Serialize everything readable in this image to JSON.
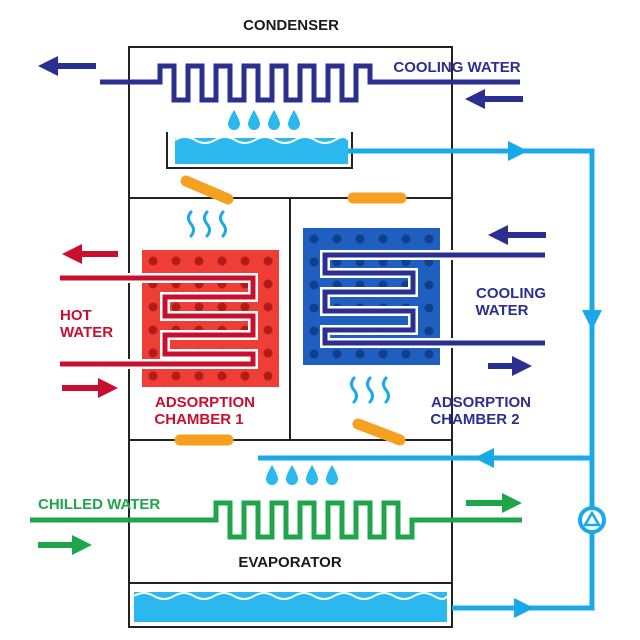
{
  "labels": {
    "condenser": "CONDENSER",
    "cooling_water_top": "COOLING WATER",
    "cooling_water_mid_1": "COOLING",
    "cooling_water_mid_2": "WATER",
    "hot_water_1": "HOT",
    "hot_water_2": "WATER",
    "chamber1_1": "ADSORPTION",
    "chamber1_2": "CHAMBER 1",
    "chamber2_1": "ADSORPTION",
    "chamber2_2": "CHAMBER 2",
    "chilled_water": "CHILLED WATER",
    "evaporator": "EVAPORATOR"
  },
  "colors": {
    "navy": "#2b2f8f",
    "red": "#c8102e",
    "chamber_red": "#ef3e36",
    "chamber_blue": "#1f5fbf",
    "dot_red": "#b31b1b",
    "dot_blue": "#123f8c",
    "green": "#1fa64a",
    "sky": "#1aa9e8",
    "water": "#2bb8ee",
    "orange": "#f5a020",
    "outline": "#222222"
  }
}
